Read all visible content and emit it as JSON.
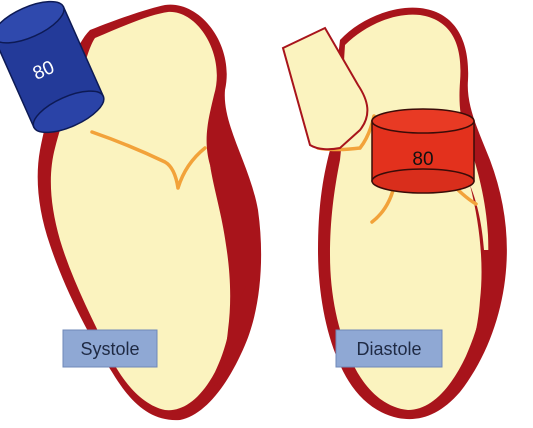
{
  "panels": [
    {
      "label": "Systole",
      "value": "80",
      "cylinder_color": "#233a99"
    },
    {
      "label": "Diastole",
      "value": "80",
      "cylinder_color": "#e3311d"
    }
  ],
  "colors": {
    "myocardium": "#a8141b",
    "chamber": "#fbf3bf",
    "valve": "#f2a23a",
    "label_box": "#8fa8d4"
  }
}
